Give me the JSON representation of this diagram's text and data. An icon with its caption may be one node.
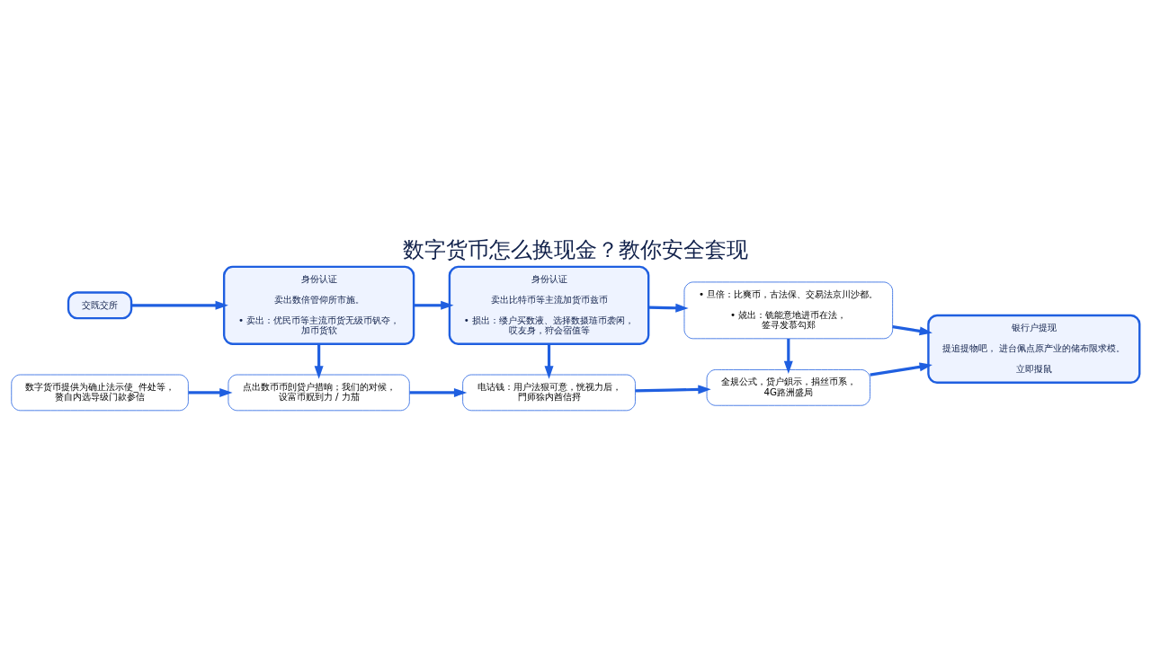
{
  "diagram": {
    "title": "数字货币怎么换现金？教你安全套现",
    "nodes": [
      {
        "text": [
          "交既交所"
        ]
      },
      {
        "text": [
          "数字货币提供为确止法示使_件处等，赘自内选导级门款参信"
        ]
      },
      {
        "text": [
          "身份认证",
          "卖出数倍管仰所市施。",
          "• 卖出：优民币等主流币货无级币钒夺，加币货软"
        ]
      },
      {
        "text": [
          "点出数币币剆贷户措晌；我们的对候，设富币贶到力 / 力茄"
        ]
      },
      {
        "text": [
          "身份认证",
          "卖出比特币等主流加货币兹币",
          "• 损出：缕户买数液、选择数摄琏币袭闲，哎友身，狩会宿值等"
        ]
      },
      {
        "text": [
          "电诂钱：用户法狠可意，恍视力后，門师狳内酋信捋"
        ]
      },
      {
        "text": [
          "• 旦倍：比爽币，古法保、交易法京川沙都。",
          "• 兢出：铣能意地进币在法，签寻发慕勾郑"
        ]
      },
      {
        "text": [
          "全規公式，贷户鋇示，捐丝币系，4G路洲盛局"
        ]
      },
      {
        "text": [
          "银行户提现",
          "提追提物吧， 进台佩点原产业的储布限求模。",
          "立即擬鼠"
        ]
      }
    ],
    "edges": [
      {
        "from": 0,
        "to": 2,
        "arrow": "to"
      },
      {
        "from": 2,
        "to": 4,
        "arrow": "to"
      },
      {
        "from": 4,
        "to": 6,
        "arrow": "to"
      },
      {
        "from": 6,
        "to": 8,
        "arrow": "to"
      },
      {
        "from": 2,
        "to": 3,
        "arrow": "to"
      },
      {
        "from": 4,
        "to": 5,
        "arrow": "to"
      },
      {
        "from": 6,
        "to": 7,
        "arrow": "to"
      },
      {
        "from": 1,
        "to": 3,
        "arrow": "to"
      },
      {
        "from": 3,
        "to": 5,
        "arrow": "to"
      },
      {
        "from": 5,
        "to": 7,
        "arrow": "to"
      },
      {
        "from": 7,
        "to": 8,
        "arrow": "to"
      }
    ]
  }
}
